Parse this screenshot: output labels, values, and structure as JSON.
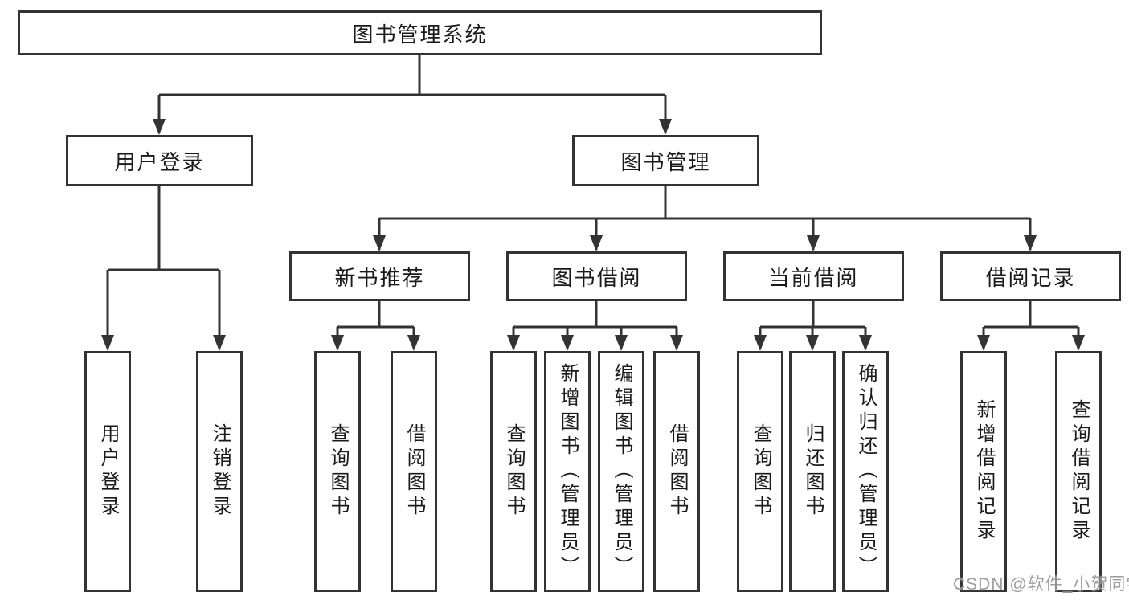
{
  "tree": {
    "label": "图书管理系统",
    "children": [
      {
        "label": "用户登录",
        "children": [
          {
            "label": "用户登录"
          },
          {
            "label": "注销登录"
          }
        ]
      },
      {
        "label": "图书管理",
        "children": [
          {
            "label": "新书推荐",
            "children": [
              {
                "label": "查询图书"
              },
              {
                "label": "借阅图书"
              }
            ]
          },
          {
            "label": "图书借阅",
            "children": [
              {
                "label": "查询图书"
              },
              {
                "label": "新增图书（管理员）"
              },
              {
                "label": "编辑图书（管理员）"
              },
              {
                "label": "借阅图书"
              }
            ]
          },
          {
            "label": "当前借阅",
            "children": [
              {
                "label": "查询图书"
              },
              {
                "label": "归还图书"
              },
              {
                "label": "确认归还（管理员）"
              }
            ]
          },
          {
            "label": "借阅记录",
            "children": [
              {
                "label": "新增借阅记录"
              },
              {
                "label": "查询借阅记录"
              }
            ]
          }
        ]
      }
    ]
  },
  "watermark": {
    "text": "CSDN @软件_小贺同学"
  },
  "colors": {
    "line": "#333333",
    "text": "#1a1a1a",
    "watermark": "#8c8c8c",
    "background": "#ffffff"
  }
}
